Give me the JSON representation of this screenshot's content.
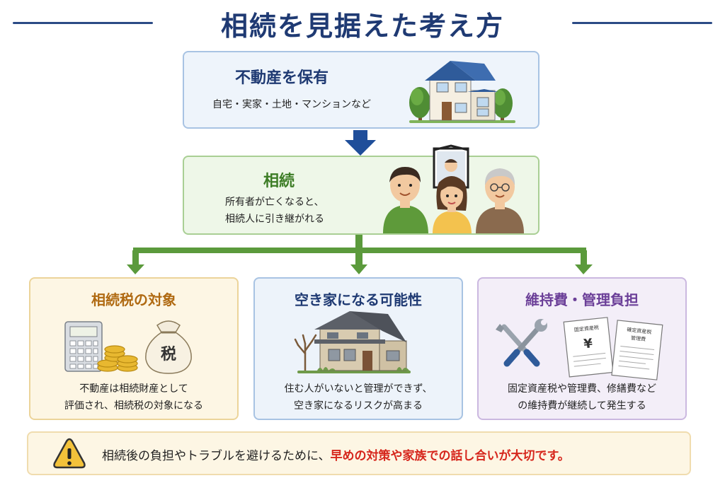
{
  "title": "相続を見据えた考え方",
  "step1": {
    "heading": "不動産を保有",
    "description": "自宅・実家・土地・マンションなど"
  },
  "step2": {
    "heading": "相続",
    "description_line1": "所有者が亡くなると、",
    "description_line2": "相続人に引き継がれる"
  },
  "cards": [
    {
      "title": "相続税の対象",
      "text_line1": "不動産は相続財産として",
      "text_line2": "評価され、相続税の対象になる",
      "icon_label": "税",
      "icons": [
        "calculator-icon",
        "coins-icon",
        "money-bag-icon"
      ]
    },
    {
      "title": "空き家になる可能性",
      "text_line1": "住む人がいないと管理ができず、",
      "text_line2": "空き家になるリスクが高まる",
      "icons": [
        "vacant-house-icon",
        "bare-tree-icon"
      ]
    },
    {
      "title": "維持費・管理負担",
      "text_line1": "固定資産税や管理費、修繕費など",
      "text_line2": "の維持費が継続して発生する",
      "doc1_label": "固定資産税",
      "doc1_symbol": "¥",
      "doc2_label_line1": "確定資産税",
      "doc2_label_line2": "管理費",
      "icons": [
        "tools-icon",
        "document-icon"
      ]
    }
  ],
  "warning": {
    "text_normal": "相続後の負担やトラブルを避けるために、",
    "text_emphasis": "早めの対策や家族での話し合いが大切です。",
    "icon": "warning-icon"
  },
  "colors": {
    "title": "#1f3a73",
    "arrow_blue": "#1f4e9a",
    "arrow_green": "#5b9a3c",
    "emphasis_red": "#d6261c"
  }
}
